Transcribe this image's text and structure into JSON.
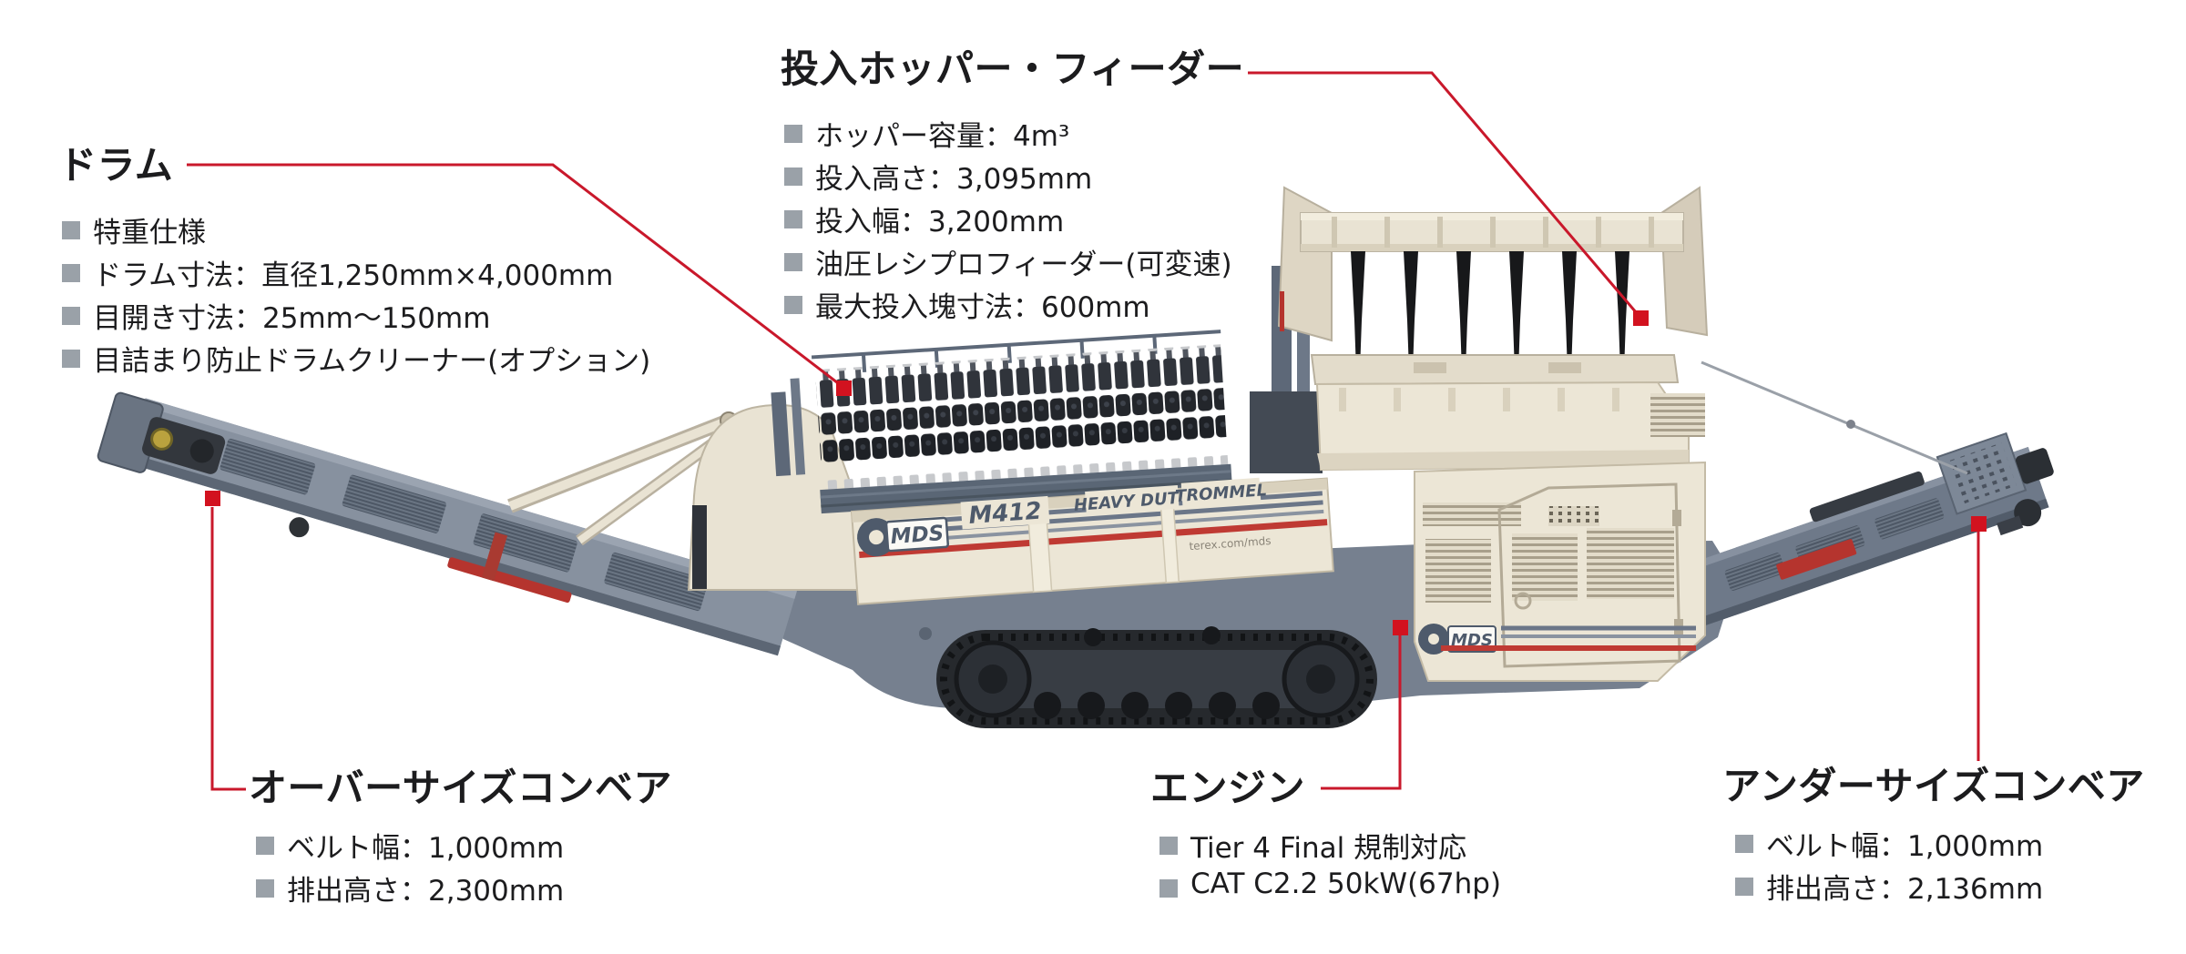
{
  "colors": {
    "leader_red": "#c9182b",
    "marker_red": "#d2121f",
    "bullet_gray": "#9aa1a8",
    "text_dark": "#1c1c1e",
    "machine_cream": "#ece6d6",
    "machine_cream_shade": "#d9d1bd",
    "machine_slate": "#76808f",
    "conveyor_gray": "#87919f",
    "track_dark": "#26292d",
    "stripe_navy": "#4e5a6b",
    "stripe_red": "#bf3a33"
  },
  "labels": {
    "drum": {
      "title": "ドラム",
      "items": [
        "特重仕様",
        "ドラム寸法：直径1,250mm×4,000mm",
        "目開き寸法：25mm～150mm",
        "目詰まり防止ドラムクリーナー(オプション)"
      ]
    },
    "hopper": {
      "title": "投入ホッパー・フィーダー",
      "items": [
        "ホッパー容量：4m³",
        "投入高さ：3,095mm",
        "投入幅：3,200mm",
        "油圧レシプロフィーダー(可変速)",
        "最大投入塊寸法：600mm"
      ]
    },
    "oversize": {
      "title": "オーバーサイズコンベア",
      "items": [
        "ベルト幅：1,000mm",
        "排出高さ：2,300mm"
      ]
    },
    "engine": {
      "title": "エンジン",
      "items": [
        "Tier 4 Final 規制対応",
        "CAT C2.2 50kW(67hp)"
      ]
    },
    "undersize": {
      "title": "アンダーサイズコンベア",
      "items": [
        "ベルト幅：1,000mm",
        "排出高さ：2,136mm"
      ]
    }
  },
  "machine": {
    "brand": "MDS",
    "model": "M412",
    "tagline_heavy": "HEAVY DUTY",
    "tagline_trommel": "TROMMEL",
    "website": "terex.com/mds",
    "engine_brand": "MDS"
  }
}
